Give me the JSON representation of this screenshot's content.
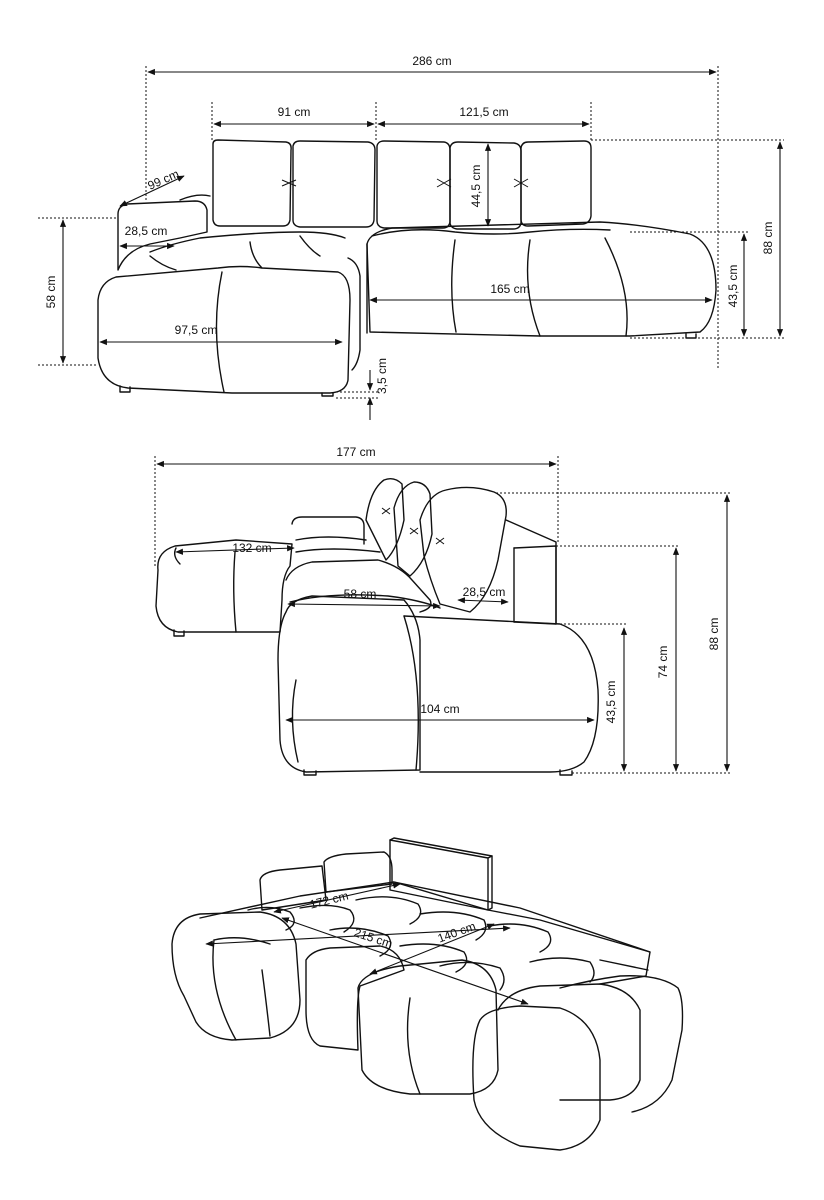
{
  "views": {
    "top": {
      "total_width": "286 cm",
      "seat_width": "91 cm",
      "right_width": "121,5 cm",
      "armrest_depth": "99 cm",
      "armrest_width": "28,5 cm",
      "height_left": "58 cm",
      "chaise_length": "97,5 cm",
      "cushion_height": "44,5 cm",
      "total_height": "88 cm",
      "seat_height": "43,5 cm",
      "sofa_length": "165 cm",
      "leg_height": "3,5 cm"
    },
    "side": {
      "total_depth": "177 cm",
      "chaise_depth": "132 cm",
      "seat_depth": "58 cm",
      "armrest_width": "28,5 cm",
      "front_length": "104 cm",
      "seat_height": "43,5 cm",
      "arm_height": "74 cm",
      "total_height": "88 cm"
    },
    "bed": {
      "bed_length": "172 cm",
      "bed_total": "215 cm",
      "bed_width": "140 cm"
    }
  }
}
